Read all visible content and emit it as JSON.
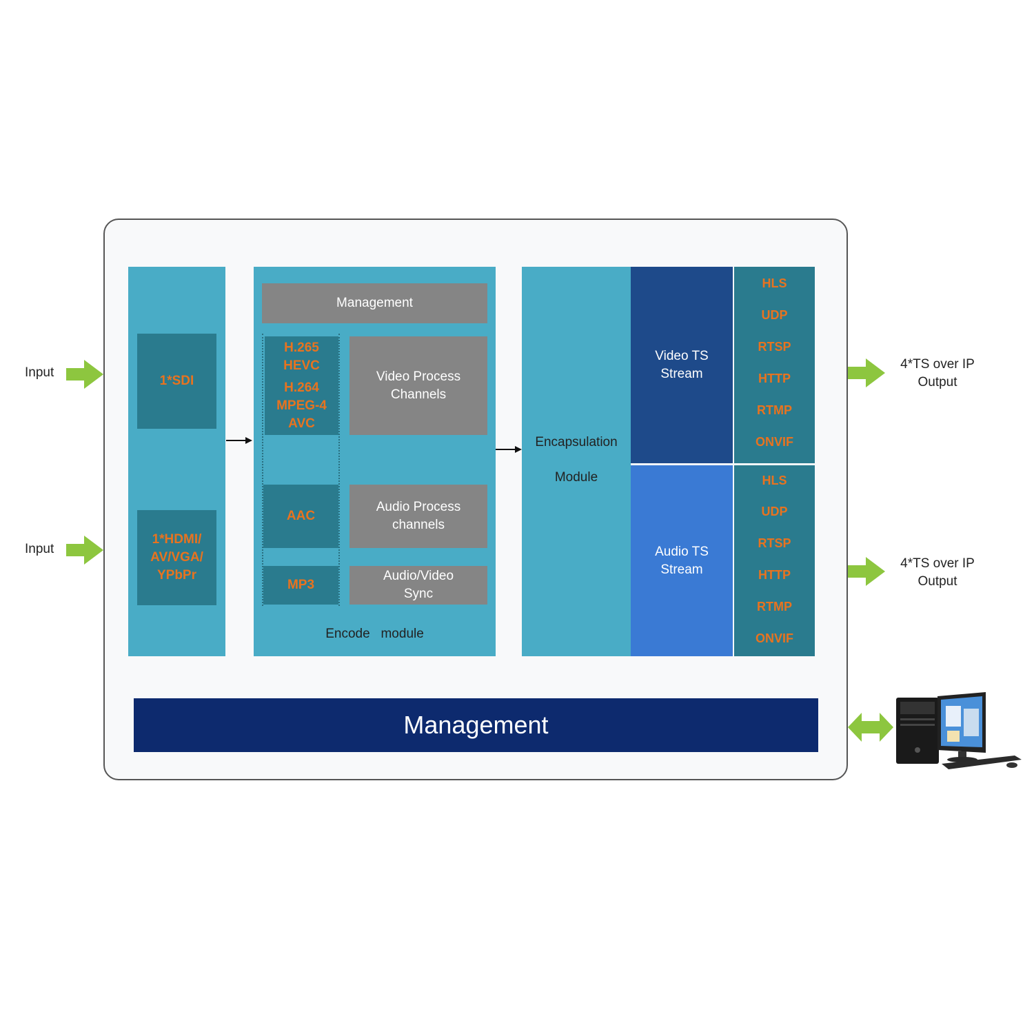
{
  "inputs": [
    "Input",
    "Input"
  ],
  "input_module": {
    "sdi": "1*SDI",
    "hdmi": [
      "1*HDMI/",
      "AV/VGA/",
      "YPbPr"
    ]
  },
  "encode_module": {
    "management": "Management",
    "video_codecs": [
      "H.265",
      "HEVC",
      "H.264",
      "MPEG-4",
      "AVC"
    ],
    "video_process": [
      "Video Process",
      "Channels"
    ],
    "aac": "AAC",
    "audio_process": [
      "Audio Process",
      "channels"
    ],
    "mp3": "MP3",
    "av_sync": [
      "Audio/Video",
      "Sync"
    ],
    "label": "Encode   module"
  },
  "encapsulation": {
    "line1": "Encapsulation",
    "line2": "Module"
  },
  "streams": {
    "video": [
      "Video TS",
      "Stream"
    ],
    "audio": [
      "Audio TS",
      "Stream"
    ]
  },
  "protocols_video": [
    "HLS",
    "UDP",
    "RTSP",
    "HTTP",
    "RTMP",
    "ONVIF"
  ],
  "protocols_audio": [
    "HLS",
    "UDP",
    "RTSP",
    "HTTP",
    "RTMP",
    "ONVIF"
  ],
  "outputs": [
    [
      "4*TS over IP",
      "Output"
    ],
    [
      "4*TS over IP",
      "Output"
    ]
  ],
  "management_bar": "Management",
  "icons": {
    "arrow": "green-arrow-icon",
    "computer": "computer-icon"
  },
  "colors": {
    "teal": "#49acc6",
    "dark_teal": "#2a7b8e",
    "gray": "#858585",
    "navy": "#0d2a6e",
    "arrow_green": "#8dc63f",
    "orange": "#e8731f"
  }
}
